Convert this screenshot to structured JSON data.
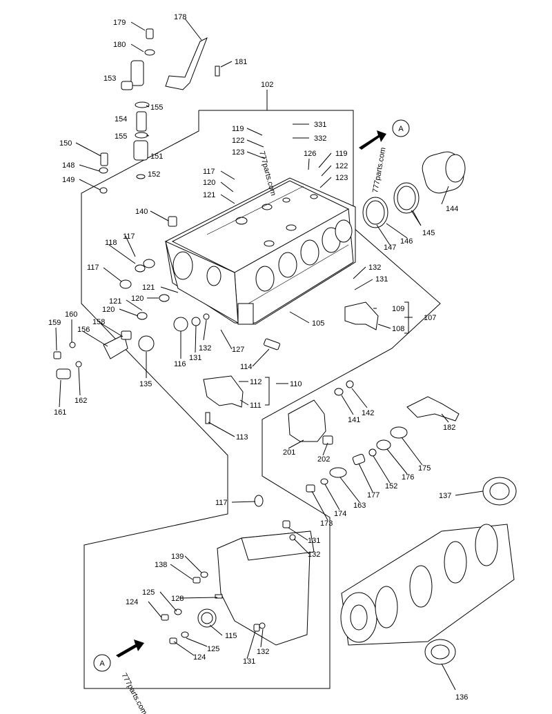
{
  "diagram": {
    "watermark": "777parts.com",
    "section_marker": "A",
    "callouts": [
      {
        "id": "c179",
        "text": "179"
      },
      {
        "id": "c178",
        "text": "178"
      },
      {
        "id": "c180",
        "text": "180"
      },
      {
        "id": "c181",
        "text": "181"
      },
      {
        "id": "c153",
        "text": "153"
      },
      {
        "id": "c102",
        "text": "102"
      },
      {
        "id": "c155a",
        "text": "155"
      },
      {
        "id": "c154",
        "text": "154"
      },
      {
        "id": "c155b",
        "text": "155"
      },
      {
        "id": "c331",
        "text": "331"
      },
      {
        "id": "c119a",
        "text": "119"
      },
      {
        "id": "c332",
        "text": "332"
      },
      {
        "id": "c122a",
        "text": "122"
      },
      {
        "id": "c150",
        "text": "150"
      },
      {
        "id": "c151",
        "text": "151"
      },
      {
        "id": "c123a",
        "text": "123"
      },
      {
        "id": "c126",
        "text": "126"
      },
      {
        "id": "c119b",
        "text": "119"
      },
      {
        "id": "c122b",
        "text": "122"
      },
      {
        "id": "c148",
        "text": "148"
      },
      {
        "id": "c152a",
        "text": "152"
      },
      {
        "id": "c117a",
        "text": "117"
      },
      {
        "id": "c123b",
        "text": "123"
      },
      {
        "id": "c149",
        "text": "149"
      },
      {
        "id": "c120a",
        "text": "120"
      },
      {
        "id": "c121a",
        "text": "121"
      },
      {
        "id": "c144",
        "text": "144"
      },
      {
        "id": "c140",
        "text": "140"
      },
      {
        "id": "c117b",
        "text": "117"
      },
      {
        "id": "c145",
        "text": "145"
      },
      {
        "id": "c146",
        "text": "146"
      },
      {
        "id": "c147",
        "text": "147"
      },
      {
        "id": "c118",
        "text": "118"
      },
      {
        "id": "c117c",
        "text": "117"
      },
      {
        "id": "c132a",
        "text": "132"
      },
      {
        "id": "c131a",
        "text": "131"
      },
      {
        "id": "c121b",
        "text": "121"
      },
      {
        "id": "c120b",
        "text": "120"
      },
      {
        "id": "c121c",
        "text": "121"
      },
      {
        "id": "c109",
        "text": "109"
      },
      {
        "id": "c120c",
        "text": "120"
      },
      {
        "id": "c107",
        "text": "107"
      },
      {
        "id": "c105",
        "text": "105"
      },
      {
        "id": "c108",
        "text": "108"
      },
      {
        "id": "c160",
        "text": "160"
      },
      {
        "id": "c158",
        "text": "158"
      },
      {
        "id": "c159",
        "text": "159"
      },
      {
        "id": "c156",
        "text": "156"
      },
      {
        "id": "c132b",
        "text": "132"
      },
      {
        "id": "c127",
        "text": "127"
      },
      {
        "id": "c131b",
        "text": "131"
      },
      {
        "id": "c116",
        "text": "116"
      },
      {
        "id": "c114",
        "text": "114"
      },
      {
        "id": "c135",
        "text": "135"
      },
      {
        "id": "c162",
        "text": "162"
      },
      {
        "id": "c161",
        "text": "161"
      },
      {
        "id": "c112",
        "text": "112"
      },
      {
        "id": "c110",
        "text": "110"
      },
      {
        "id": "c111",
        "text": "111"
      },
      {
        "id": "c141",
        "text": "141"
      },
      {
        "id": "c142",
        "text": "142"
      },
      {
        "id": "c182",
        "text": "182"
      },
      {
        "id": "c113",
        "text": "113"
      },
      {
        "id": "c201",
        "text": "201"
      },
      {
        "id": "c202",
        "text": "202"
      },
      {
        "id": "c175",
        "text": "175"
      },
      {
        "id": "c176",
        "text": "176"
      },
      {
        "id": "c152b",
        "text": "152"
      },
      {
        "id": "c177",
        "text": "177"
      },
      {
        "id": "c163",
        "text": "163"
      },
      {
        "id": "c174",
        "text": "174"
      },
      {
        "id": "c173",
        "text": "173"
      },
      {
        "id": "c137",
        "text": "137"
      },
      {
        "id": "c117d",
        "text": "117"
      },
      {
        "id": "c131c",
        "text": "131"
      },
      {
        "id": "c132c",
        "text": "132"
      },
      {
        "id": "c139",
        "text": "139"
      },
      {
        "id": "c138",
        "text": "138"
      },
      {
        "id": "c128",
        "text": "128"
      },
      {
        "id": "c125a",
        "text": "125"
      },
      {
        "id": "c124a",
        "text": "124"
      },
      {
        "id": "c115",
        "text": "115"
      },
      {
        "id": "c125b",
        "text": "125"
      },
      {
        "id": "c124b",
        "text": "124"
      },
      {
        "id": "c131d",
        "text": "131"
      },
      {
        "id": "c132d",
        "text": "132"
      },
      {
        "id": "c136",
        "text": "136"
      }
    ]
  }
}
